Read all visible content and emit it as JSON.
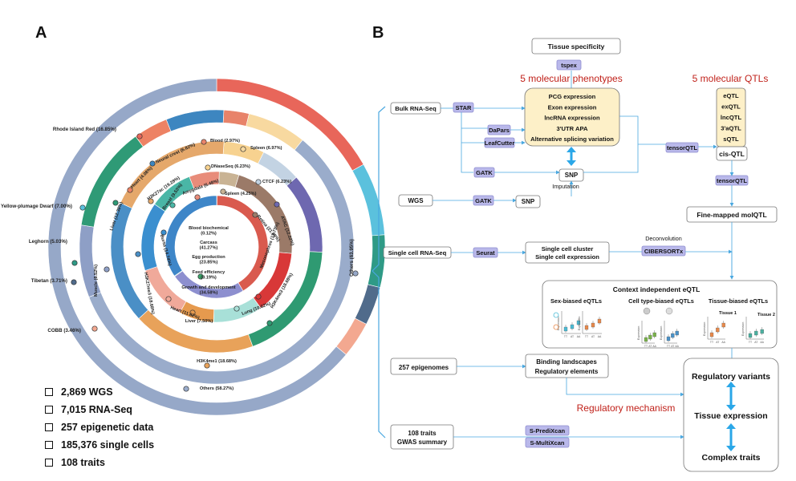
{
  "panelA": {
    "letter": "A",
    "rings": [
      {
        "name": "breed",
        "segments": [
          {
            "label": "Rhode Island Red (16.85%)",
            "value": 16.85,
            "color": "#e8665a"
          },
          {
            "label": "Yellow-plumage Dwarf (7.00%)",
            "value": 7.0,
            "color": "#5bc1dd"
          },
          {
            "label": "Leghorn (5.03%)",
            "value": 5.03,
            "color": "#2f9a86"
          },
          {
            "label": "Tibetan (3.71%)",
            "value": 3.71,
            "color": "#506b8b"
          },
          {
            "label": "COBB (3.46%)",
            "value": 3.46,
            "color": "#f3a890"
          },
          {
            "label": "Others (63.95%)",
            "value": 63.95,
            "color": "#96a8c8"
          }
        ]
      },
      {
        "name": "tissue",
        "segments": [
          {
            "label": "Blood (2.97%)",
            "value": 2.97,
            "color": "#e8836a"
          },
          {
            "label": "Spleen (6.97%)",
            "value": 6.97,
            "color": "#f8d9a0"
          },
          {
            "label": "Others (58.27%)",
            "value": 58.27,
            "color": "#9aaccb"
          },
          {
            "label": "Muscle (8.52%)",
            "value": 8.52,
            "color": "#8e9fc6"
          },
          {
            "label": "Liver (12.38%)",
            "value": 12.38,
            "color": "#2f9a76"
          },
          {
            "label": "Heart (4.08%)",
            "value": 4.08,
            "color": "#ed8264"
          },
          {
            "label": "Neural crest (6.82%)",
            "value": 6.82,
            "color": "#3d86c0"
          }
        ]
      },
      {
        "name": "epigenome",
        "segments": [
          {
            "label": "DNaseSeq (6.23%)",
            "value": 6.23,
            "color": "#f7d290"
          },
          {
            "label": "CTCF (6.23%)",
            "value": 6.23,
            "color": "#c3d3e3"
          },
          {
            "label": "ATAC (12.22%)",
            "value": 12.22,
            "color": "#6e68b0"
          },
          {
            "label": "H3K4me3 (18.68%)",
            "value": 18.68,
            "color": "#2f9a72"
          },
          {
            "label": "H3K4me1 (18.68%)",
            "value": 18.68,
            "color": "#e8a25a"
          },
          {
            "label": "H3K27me3 (18.68%)",
            "value": 18.68,
            "color": "#4a8fc6"
          },
          {
            "label": "H3K27ac (19.28%)",
            "value": 19.28,
            "color": "#e5a86b"
          }
        ]
      },
      {
        "name": "cell",
        "segments": [
          {
            "label": "Spleen (4.25%)",
            "value": 4.25,
            "color": "#c9b394"
          },
          {
            "label": "Retina (21.68%)",
            "value": 21.68,
            "color": "#9b7a68"
          },
          {
            "label": "Mesonephros (13.73%)",
            "value": 13.73,
            "color": "#d83838"
          },
          {
            "label": "Lung (10.62%)",
            "value": 10.62,
            "color": "#a8e0d8"
          },
          {
            "label": "Liver (7.50%)",
            "value": 7.5,
            "color": "#e69a4e"
          },
          {
            "label": "Heart (11.82%)",
            "value": 11.82,
            "color": "#f0a99a"
          },
          {
            "label": "Bursa (14.74%)",
            "value": 14.74,
            "color": "#3b8fcf"
          },
          {
            "label": "Breast (9.53%)",
            "value": 9.53,
            "color": "#4ab6a6"
          },
          {
            "label": "Amygdala (6.48%)",
            "value": 6.48,
            "color": "#e88c7a"
          }
        ]
      },
      {
        "name": "trait",
        "segments": [
          {
            "label": "Blood biochemical (0.12%)",
            "value": 0.12,
            "color": "#f0e090"
          },
          {
            "label": "Carcass (41.27%)",
            "value": 41.27,
            "color": "#d95a4e"
          },
          {
            "label": "Egg production (23.85%)",
            "value": 23.85,
            "color": "#8d8fcf"
          },
          {
            "label": "Feed efficiency (0.19%)",
            "value": 0.19,
            "color": "#3aa56a"
          },
          {
            "label": "Growth and development (34.58%)",
            "value": 34.58,
            "color": "#3e86c8"
          }
        ]
      }
    ],
    "stats": [
      "2,869 WGS",
      "7,015 RNA-Seq",
      "257 epigenetic data",
      "185,376 single cells",
      "108 traits"
    ]
  },
  "panelB": {
    "letter": "B",
    "headers": {
      "phenotypes": "5 molecular phenotypes",
      "qtls": "5 molecular QTLs",
      "regulatory": "Regulatory mechanism"
    },
    "inputs": {
      "bulk": "Bulk RNA-Seq",
      "wgs": "WGS",
      "sc": "Single cell RNA-Seq",
      "epi": "257 epigenomes",
      "gwas1": "108 traits",
      "gwas2": "GWAS summary"
    },
    "tools": {
      "star": "STAR",
      "dapars": "DaPars",
      "leafcutter": "LeafCutter",
      "gatk1": "GATK",
      "gatk2": "GATK",
      "tspex": "tspex",
      "tensorqtl1": "tensorQTL",
      "tensorqtl2": "tensorQTL",
      "seurat": "Seurat",
      "cibersort": "CIBERSORTx",
      "spredixcan": "S-PrediXcan",
      "smultixcan": "S-MultiXcan"
    },
    "nodes": {
      "tissue_spec": "Tissue specificity",
      "snp1": "SNP",
      "snp2": "SNP",
      "imputation": "Imputation",
      "cisqtl": "cis-QTL",
      "finemap": "Fine-mapped molQTL",
      "deconv": "Deconvolution",
      "sc_cluster": "Single cell cluster",
      "sc_expr": "Single cell expression",
      "binding": "Binding landscapes",
      "regel": "Regulatory elements"
    },
    "phenotypes": [
      "PCG expression",
      "Exon expression",
      "lncRNA expression",
      "3'UTR APA",
      "Alternative splicing variation"
    ],
    "qtls": [
      "eQTL",
      "exQTL",
      "lncQTL",
      "3'aQTL",
      "sQTL"
    ],
    "context": {
      "title": "Context independent eQTL",
      "sex": "Sex-biased eQTLs",
      "celltype": "Cell type-biased eQTLs",
      "tissue": "Tissue-biased eQTLs",
      "tissue1": "Tissue 1",
      "tissue2": "Tissue 2",
      "ylab": "Expression",
      "xticks": [
        "TT",
        "AT",
        "AA"
      ]
    },
    "outcomes": [
      "Regulatory variants",
      "Tissue expression",
      "Complex traits"
    ]
  }
}
